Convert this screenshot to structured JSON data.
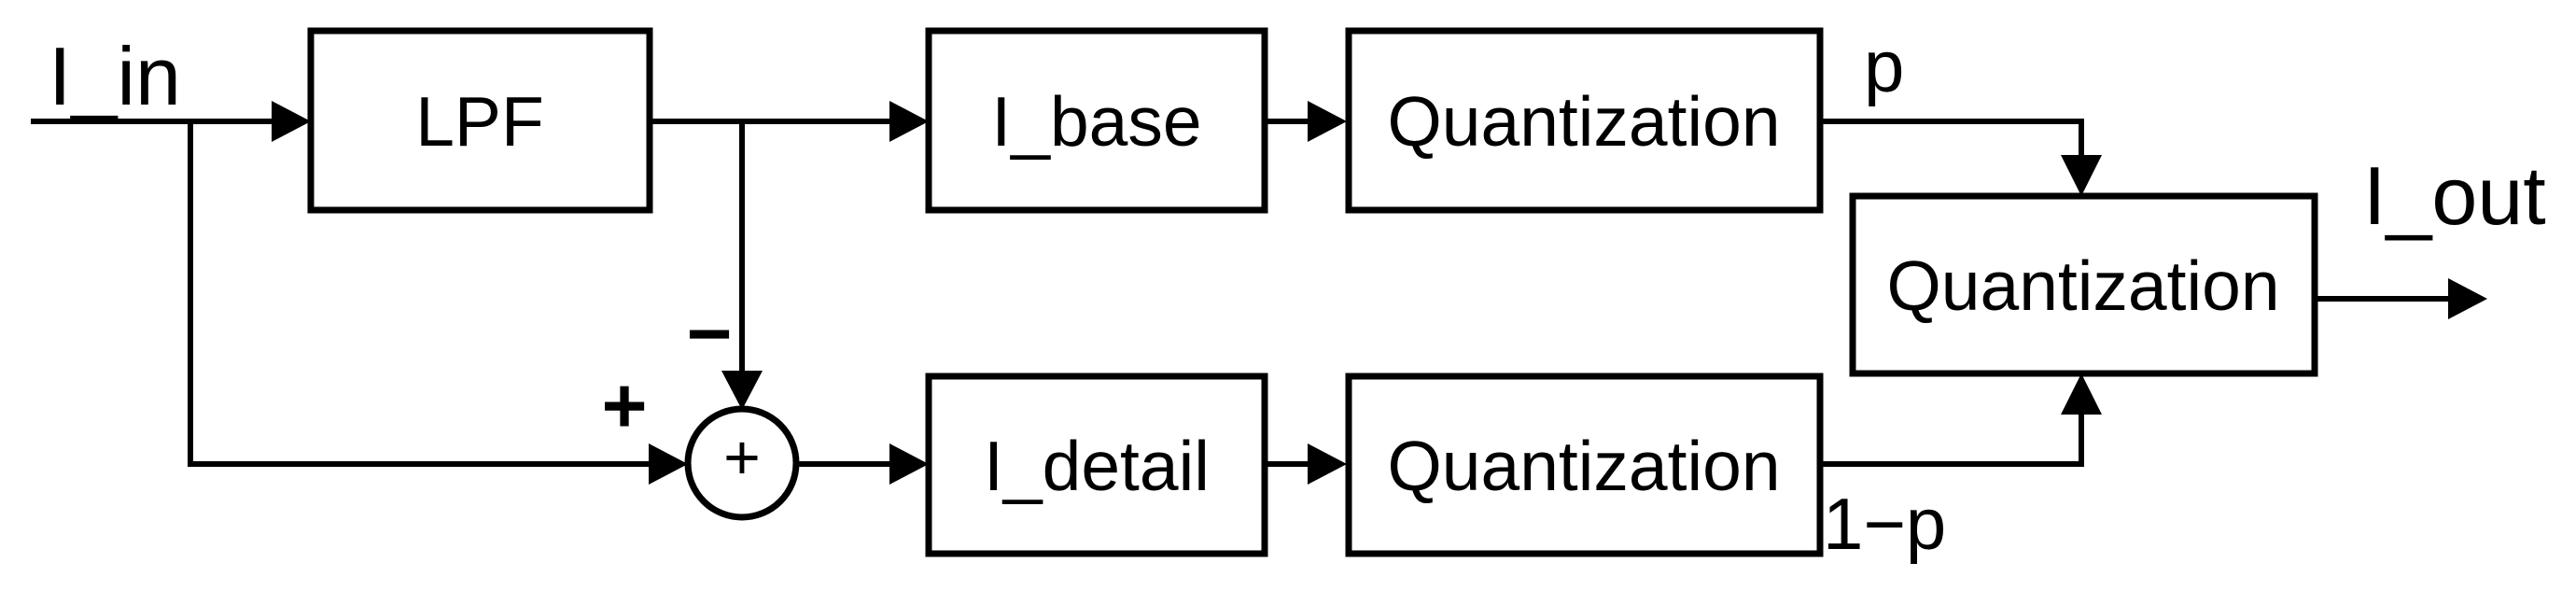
{
  "diagram": {
    "blocks": {
      "lpf": {
        "label": "LPF"
      },
      "i_base": {
        "label": "I_base"
      },
      "quantization_base": {
        "label": "Quantization"
      },
      "i_detail": {
        "label": "I_detail"
      },
      "quantization_detail": {
        "label": "Quantization"
      },
      "quantization_final": {
        "label": "Quantization"
      }
    },
    "labels": {
      "input": "I_in",
      "output": "I_out",
      "base_weight": "p",
      "detail_weight": "1−p",
      "sum_minus": "−",
      "sum_plus": "+",
      "sum_operator": "+"
    },
    "colors": {
      "stroke": "#000000",
      "background": "#ffffff"
    }
  }
}
